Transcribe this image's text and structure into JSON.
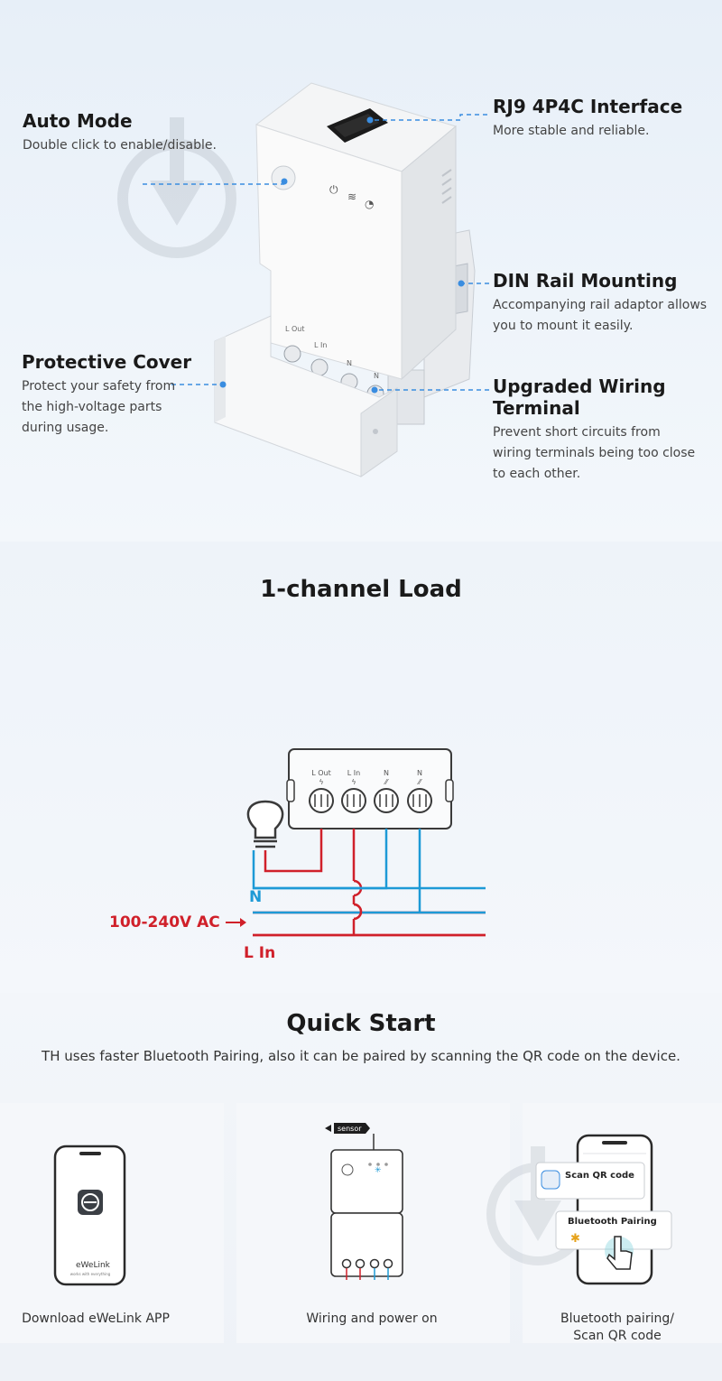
{
  "features": {
    "auto_mode": {
      "title": "Auto Mode",
      "desc": "Double click to enable/disable."
    },
    "rj9": {
      "title": "RJ9 4P4C Interface",
      "desc": "More stable and reliable."
    },
    "din": {
      "title": "DIN Rail Mounting",
      "desc": "Accompanying rail adaptor allows you to mount it easily."
    },
    "cover": {
      "title": "Protective Cover",
      "desc": "Protect your safety from the high-voltage parts during usage."
    },
    "wiring": {
      "title": "Upgraded Wiring Terminal",
      "desc": "Prevent short circuits from wiring terminals being too close to each other."
    }
  },
  "device_labels": {
    "l_out": "L Out",
    "l_in": "L In",
    "n1": "N",
    "n2": "N"
  },
  "wiring_diagram": {
    "title": "1-channel Load",
    "labels": {
      "n": "N",
      "voltage": "100-240V AC",
      "l_in": "L In"
    },
    "terminals": [
      "L Out",
      "L In",
      "N",
      "N"
    ],
    "colors": {
      "live": "#d0202a",
      "neutral": "#1d9ad6",
      "device": "#3a3a3a"
    }
  },
  "quick_start": {
    "title": "Quick Start",
    "subtitle": "TH uses faster Bluetooth Pairing, also it can be paired by scanning the QR code on the device.",
    "steps": [
      {
        "caption": "Download eWeLink APP",
        "app_name": "eWeLink",
        "app_tagline": "works with everything"
      },
      {
        "caption": "Wiring and power on",
        "tag": "sensor"
      },
      {
        "caption_line1": "Bluetooth pairing/",
        "caption_line2": "Scan QR code",
        "scan_title": "Scan QR code",
        "pair_title": "Bluetooth Pairing"
      }
    ]
  },
  "accent": "#3a8de0"
}
